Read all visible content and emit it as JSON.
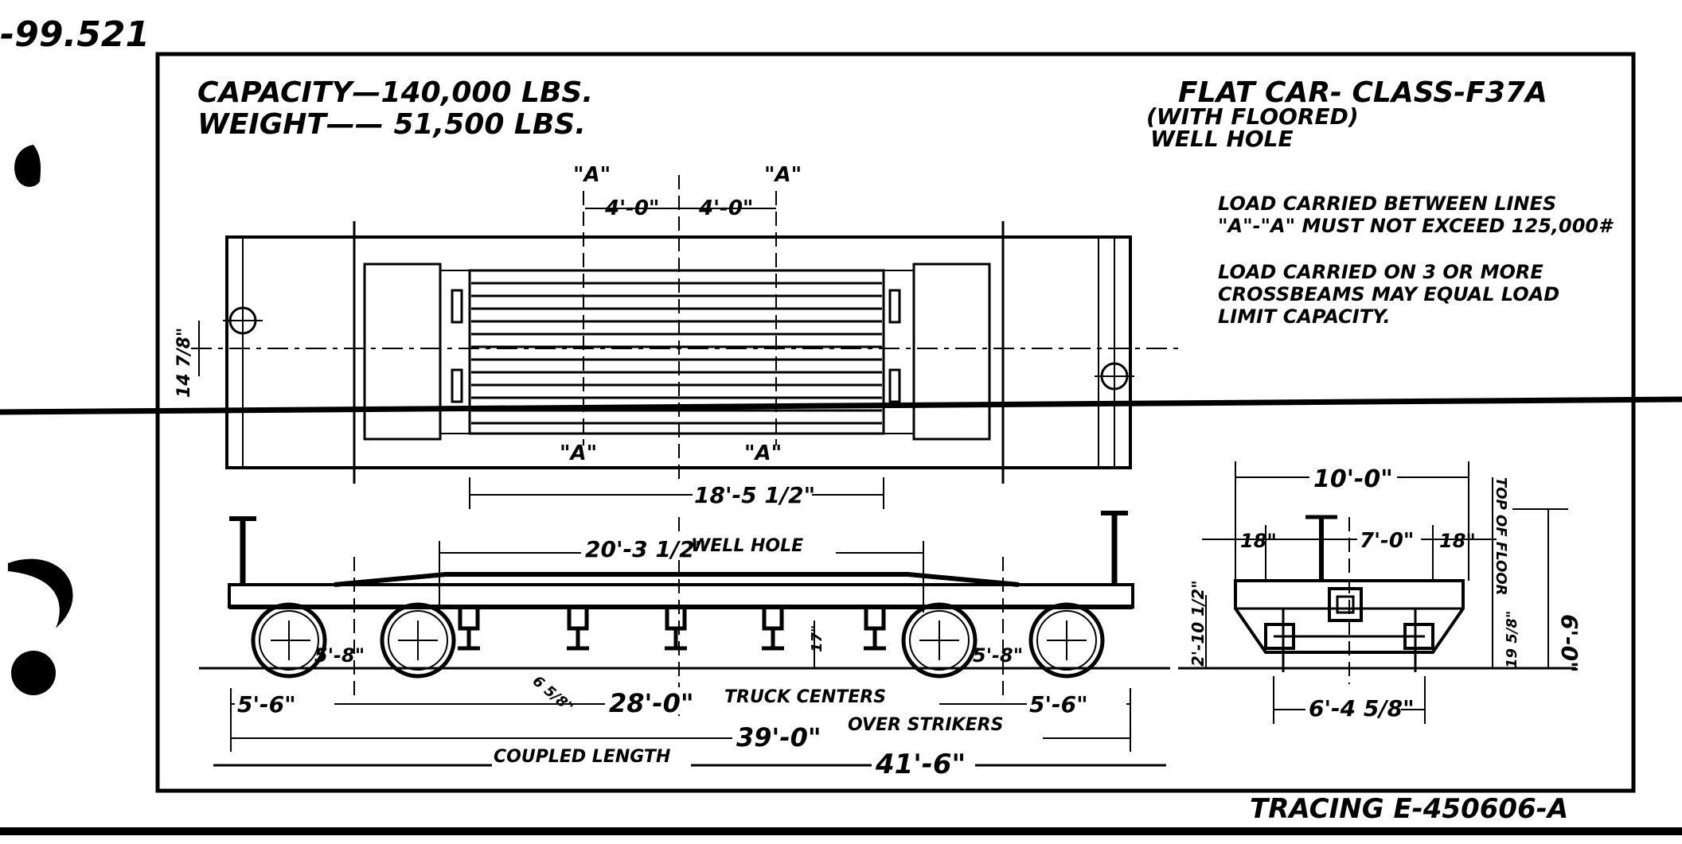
{
  "corner_ref": "-99.521",
  "capacity_line": "CAPACITY—140,000 LBS.",
  "weight_line": "WEIGHT—— 51,500 LBS.",
  "car_title": "FLAT CAR- CLASS-F37A",
  "car_subtitle_1": "(WITH FLOORED)",
  "car_subtitle_2": "WELL HOLE",
  "note_1_line_1": "LOAD CARRIED BETWEEN LINES",
  "note_1_line_2": "\"A\"-\"A\" MUST NOT EXCEED 125,000#",
  "note_2_line_1": "LOAD CARRIED ON 3 OR MORE",
  "note_2_line_2": "CROSSBEAMS MAY EQUAL LOAD",
  "note_2_line_3": "LIMIT CAPACITY.",
  "section_mark": "\"A\"",
  "dim_4_0": "4'-0\"",
  "dim_18_5": "18'-5 1/2\"",
  "dim_14_7_8": "14 7/8\"",
  "dim_20_3": "20'-3 1/2\"",
  "well_hole": "WELL HOLE",
  "dim_5_8": "5'-8\"",
  "dim_5_6": "5'-6\"",
  "dim_28_0": "28'-0\"",
  "truck_centers": "TRUCK CENTERS",
  "dim_6_5_8": "6 5/8\"",
  "dim_17": "17\"",
  "dim_39_0": "39'-0\"",
  "over_strikers": "OVER STRIKERS",
  "coupled_length": "COUPLED LENGTH",
  "dim_41_6": "41'-6\"",
  "dim_10_0": "10'-0\"",
  "dim_7_0": "7'-0\"",
  "dim_18": "18\"",
  "top_of_floor": "TOP OF FLOOR",
  "dim_6_0": "6'-0\"",
  "dim_2_10": "2'-10 1/2\"",
  "dim_19_5_8": "19 5/8\"",
  "dim_6_4_5_8": "6'-4 5/8\"",
  "tracing_ref": "TRACING E-450606-A"
}
